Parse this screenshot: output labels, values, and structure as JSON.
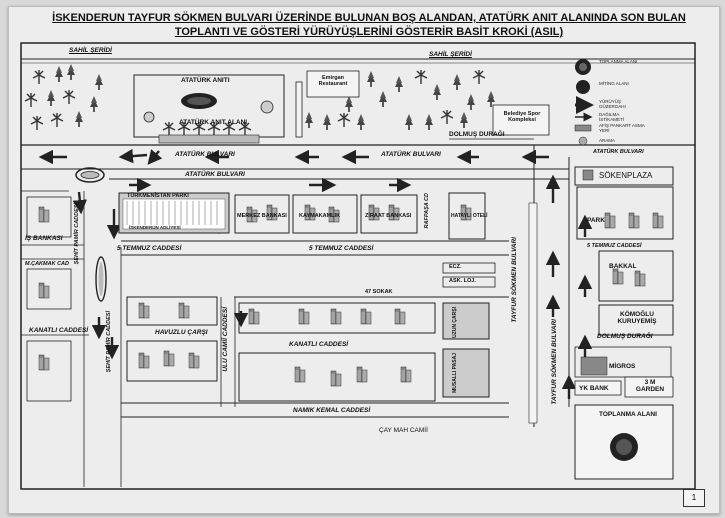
{
  "title": "İSKENDERUN TAYFUR SÖKMEN BULVARI ÜZERİNDE BULUNAN BOŞ ALANDAN, ATATÜRK ANIT ALANINDA SON BULAN TOPLANTI VE GÖSTERİ YÜRÜYÜŞLERİNİ GÖSTERİR BASİT KROKİ (ASIL)",
  "legend": {
    "toplanma": "TOPLANMA ALANI",
    "miting": "MİTİNG ALANI",
    "yuruyus": "YÜRÜYÜŞ GÜZERGAHI",
    "dagilma": "DAĞILMA İSTİKAMETİ",
    "afis": "AFİŞ PANKART ASMA YERİ",
    "arama": "ARAMA"
  },
  "labels": {
    "sahil_left": "SAHİL ŞERİDİ",
    "sahil_right": "SAHİL ŞERİDİ",
    "ataturk_aniti": "ATATÜRK ANITI",
    "ataturk_anit_alani": "ATATÜRK ANIT ALANI",
    "emirgan": "Emirgan Restaurant",
    "belediye": "Belediye Spor Kompleksi",
    "dolmus_duragi_top": "DOLMUŞ DURAĞI",
    "ataturk_bulvari_1": "ATATÜRK BULVARI",
    "ataturk_bulvari_2": "ATATÜRK BULVARI",
    "ataturk_bulvari_3": "ATATÜRK BULVARI",
    "ataturk_bulvari_4": "ATATÜRK BULVARI",
    "turkmenistan": "TÜRKMENİSTAN PARKI",
    "iskenderun_adliyesi": "İSKENDERUN ADLİYESİ",
    "merkez_bankasi": "MERKEZ BANKASI",
    "kaymakamlik": "KAYMAKAMLIK",
    "ziraat": "ZİRAAT BANKASI",
    "rafpasa": "RAFPAŞA CD",
    "hatayli_oteli": "HATAYLI OTELİ",
    "sokenplaza": "SÖKENPLAZA",
    "park": "PARK",
    "is_bankasi": "İŞ BANKASI",
    "cakmak": "M.ÇAKMAK CAD",
    "sehit_pamir_1": "ŞEHİT PAMİR CADDESİ",
    "sehit_pamir_2": "ŞEHİT PAMİR CADDESİ",
    "temmuz_left": "5 TEMMUZ CADDESİ",
    "temmuz_mid": "5 TEMMUZ CADDESİ",
    "temmuz_right": "5 TEMMUZ CADDESİ",
    "ecz": "ECZ.",
    "ask_loj": "ASK. LOJ.",
    "sokak47": "47 SOKAK",
    "bakkal": "BAKKAL",
    "tayfur_1": "TAYFUR SÖKMEN BULVARI",
    "tayfur_2": "TAYFUR SÖKMEN BULVARI",
    "havuzlu": "HAVUZLU ÇARŞI",
    "ulu_cami": "ULU CAMİİ CADDESİ",
    "kanatli_left": "KANATLI CADDESİ",
    "kanatli_mid": "KANATLI CADDESİ",
    "komoglu": "KÖMOĞLU KURUYEMİŞ",
    "dolmus_duragi_right": "DOLMUŞ DURAĞI",
    "migros": "MİGROS",
    "yk_bank": "YK BANK",
    "garden": "3 M GARDEN",
    "toplanma_alani": "TOPLANMA ALANI",
    "namik_kemal": "NAMIK KEMAL CADDESİ",
    "cay_mah": "ÇAY MAH CAMİİ",
    "uzun_carsi": "UZUN ÇARŞI",
    "musalli_pasaj": "MUSALLI PASAJ"
  },
  "page_number": "1"
}
